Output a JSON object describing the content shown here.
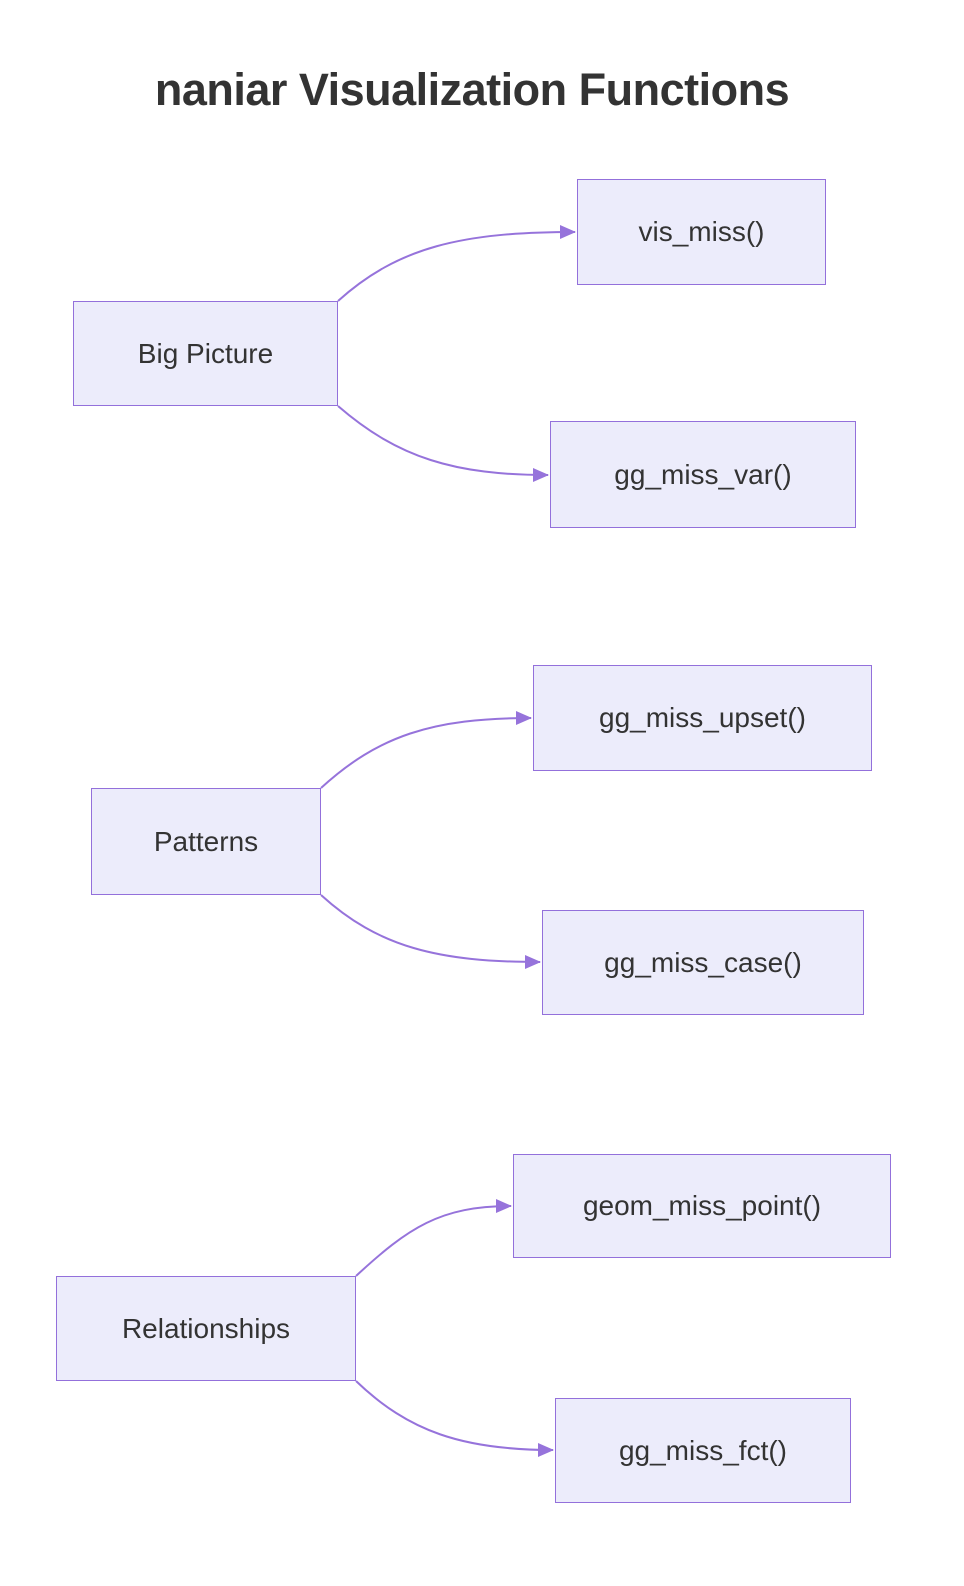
{
  "title": "naniar Visualization Functions",
  "nodes": {
    "big_picture": "Big Picture",
    "vis_miss": "vis_miss()",
    "gg_miss_var": "gg_miss_var()",
    "patterns": "Patterns",
    "gg_miss_upset": "gg_miss_upset()",
    "gg_miss_case": "gg_miss_case()",
    "relationships": "Relationships",
    "geom_miss_point": "geom_miss_point()",
    "gg_miss_fct": "gg_miss_fct()"
  },
  "edges": [
    {
      "from": "Big Picture",
      "to": "vis_miss()"
    },
    {
      "from": "Big Picture",
      "to": "gg_miss_var()"
    },
    {
      "from": "Patterns",
      "to": "gg_miss_upset()"
    },
    {
      "from": "Patterns",
      "to": "gg_miss_case()"
    },
    {
      "from": "Relationships",
      "to": "geom_miss_point()"
    },
    {
      "from": "Relationships",
      "to": "gg_miss_fct()"
    }
  ],
  "colors": {
    "node_fill": "#ECECFB",
    "node_border": "#9370DB",
    "edge": "#9673DB",
    "text": "#333333",
    "background": "#FFFFFF"
  }
}
